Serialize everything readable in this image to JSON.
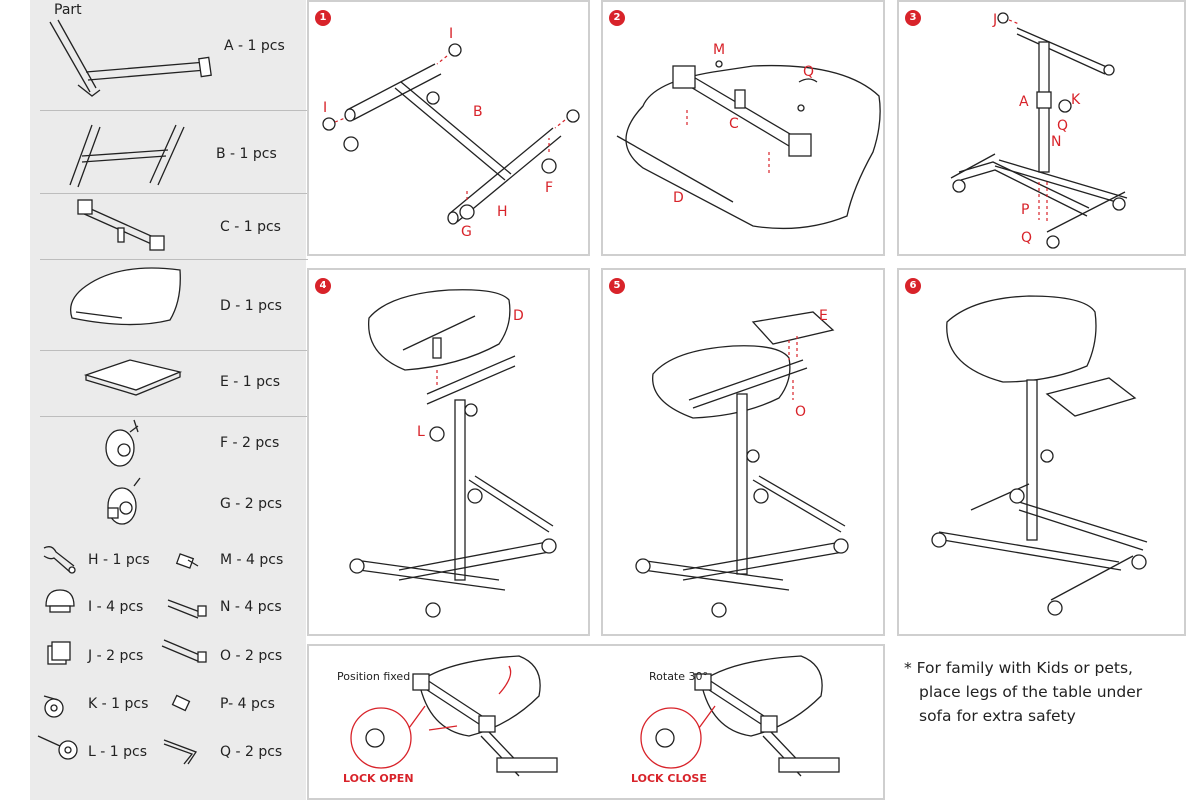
{
  "parts_title": "Part",
  "parts": {
    "A": "A - 1 pcs",
    "B": "B - 1 pcs",
    "C": "C - 1 pcs",
    "D": "D - 1 pcs",
    "E": "E - 1 pcs",
    "F": "F - 2 pcs",
    "G": "G - 2 pcs",
    "H": "H - 1 pcs",
    "I": "I - 4 pcs",
    "J": "J - 2 pcs",
    "K": "K - 1 pcs",
    "L": "L - 1 pcs",
    "M": "M - 4 pcs",
    "N": "N - 4 pcs",
    "O": "O - 2 pcs",
    "P": "P- 4 pcs",
    "Q": "Q - 2 pcs"
  },
  "steps": [
    {
      "number": "1",
      "labels": {
        "I_top": "I",
        "I_left": "I",
        "B": "B",
        "F": "F",
        "G": "G",
        "H": "H"
      }
    },
    {
      "number": "2",
      "labels": {
        "M": "M",
        "Q": "Q",
        "C": "C",
        "D": "D"
      }
    },
    {
      "number": "3",
      "labels": {
        "J": "J",
        "A": "A",
        "K": "K",
        "Q_top": "Q",
        "N": "N",
        "P": "P",
        "Q_bottom": "Q"
      }
    },
    {
      "number": "4",
      "labels": {
        "D": "D",
        "L": "L"
      }
    },
    {
      "number": "5",
      "labels": {
        "E": "E",
        "O": "O"
      }
    },
    {
      "number": "6",
      "labels": {}
    }
  ],
  "lock_panel": {
    "left_caption": "Position fixed",
    "left_status": "LOCK OPEN",
    "right_caption": "Rotate 30°",
    "right_status": "LOCK CLOSE"
  },
  "note": {
    "line1": "* For family with Kids or pets,",
    "line2": "place legs of the table under",
    "line3": "sofa for extra safety"
  },
  "colors": {
    "accent": "#d8232a",
    "sidebar_bg": "#ebebeb",
    "panel_border": "#cfcfcf"
  }
}
